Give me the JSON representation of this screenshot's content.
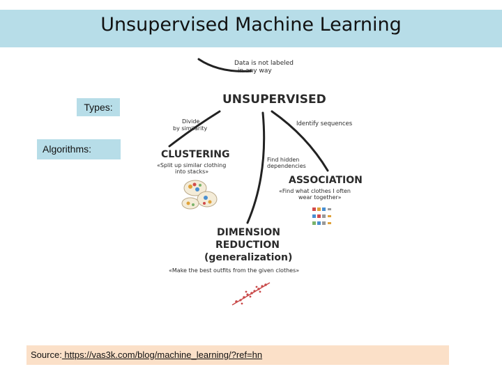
{
  "title": "Unsupervised Machine Learning",
  "side_labels": {
    "types": "Types:",
    "algorithms": "Algorithms:"
  },
  "diagram": {
    "top_note": [
      "Data is not labeled",
      "in any way"
    ],
    "root": "UNSUPERVISED",
    "left_note": [
      "Divide",
      "by similarity"
    ],
    "right_note": "Identify sequences",
    "middle_note": [
      "Find hidden",
      "dependencies"
    ],
    "clustering": {
      "title": "CLUSTERING",
      "desc": [
        "«Split up similar clothing",
        "into stacks»"
      ]
    },
    "association": {
      "title": "ASSOCIATION",
      "desc": [
        "«Find what clothes I often",
        "wear together»"
      ]
    },
    "dimension_reduction": {
      "title": [
        "DIMENSION",
        "REDUCTION",
        "(generalization)"
      ],
      "desc": "«Make the best outfits from the given clothes»"
    }
  },
  "source": {
    "label": "Source:",
    "link": " https://vas3k.com/blog/machine_learning/?ref=hn"
  }
}
